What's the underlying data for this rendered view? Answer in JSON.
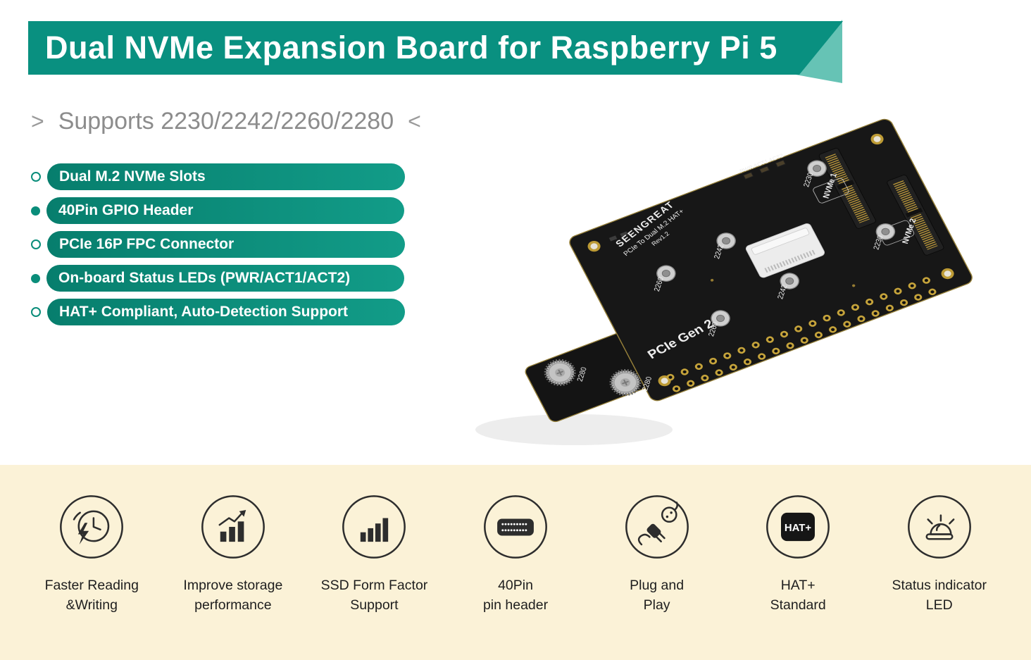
{
  "banner": {
    "title": "Dual NVMe Expansion Board for Raspberry Pi 5"
  },
  "subtitle": {
    "left_arrow": ">",
    "text": "Supports 2230/2242/2260/2280",
    "right_arrow": "<"
  },
  "features": [
    {
      "label": "Dual M.2 NVMe Slots"
    },
    {
      "label": "40Pin GPIO Header"
    },
    {
      "label": "PCIe 16P FPC Connector"
    },
    {
      "label": "On-board Status LEDs (PWR/ACT1/ACT2)"
    },
    {
      "label": "HAT+ Compliant, Auto-Detection Support"
    }
  ],
  "board": {
    "brand": "SEENGREAT",
    "model": "PCIe To Dual M.2 HAT+",
    "revision": "Rev1.2",
    "slot1": "NVMe 1",
    "slot2": "NVMe 2",
    "pcie": "PCIe Gen 2",
    "led_labels": "PWR ACT1 ACT2",
    "standoff_labels": [
      "2230",
      "2242",
      "2260",
      "2280"
    ]
  },
  "benefits": [
    {
      "icon": "clock-lightning-icon",
      "line1": "Faster Reading",
      "line2": "&Writing"
    },
    {
      "icon": "storage-growth-icon",
      "line1": "Improve storage",
      "line2": "performance"
    },
    {
      "icon": "ssd-bars-icon",
      "line1": "SSD Form Factor",
      "line2": "Support"
    },
    {
      "icon": "pin-header-icon",
      "line1": "40Pin",
      "line2": "pin header"
    },
    {
      "icon": "plug-icon",
      "line1": "Plug and",
      "line2": "Play"
    },
    {
      "icon": "hat-plus-icon",
      "line1": "HAT+",
      "line2": "Standard",
      "badge": "HAT+"
    },
    {
      "icon": "led-icon",
      "line1": "Status indicator",
      "line2": "LED"
    }
  ],
  "colors": {
    "banner_teal": "#099080",
    "banner_fold": "#66c3b5",
    "pill_teal": "#0a8d7a",
    "bottom_bg": "#fbf2d7",
    "icon_stroke": "#2d2d2d",
    "subtitle_gray": "#8c8c8c"
  }
}
